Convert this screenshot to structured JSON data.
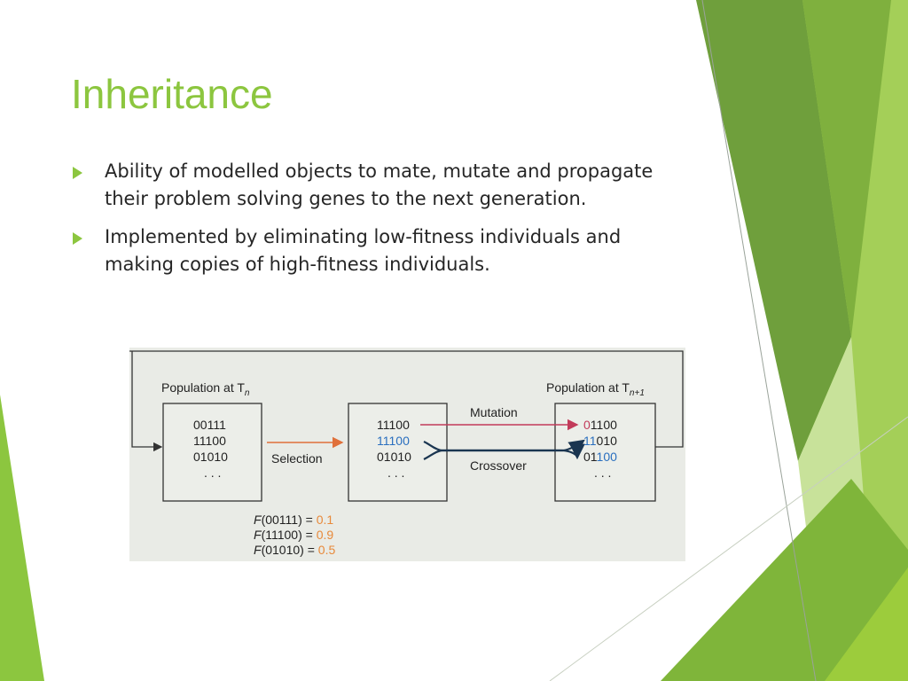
{
  "slide": {
    "title": "Inheritance",
    "bullets": [
      {
        "text": "Ability of modelled objects to mate, mutate and propagate their problem solving genes to the next generation."
      },
      {
        "text": "Implemented by eliminating low-fitness individuals and making copies of high-fitness individuals."
      }
    ],
    "accent_color": "#8cc63f",
    "bullet_icon": "triangle-right-icon"
  },
  "figure": {
    "population_tn_label": "Population at T",
    "population_tn_sub": "n",
    "population_tn1_label": "Population at T",
    "population_tn1_sub": "n+1",
    "selection_label": "Selection",
    "mutation_label": "Mutation",
    "crossover_label": "Crossover",
    "ellipsis": ". . .",
    "box1": [
      "00111",
      "11100",
      "01010"
    ],
    "box2": [
      "11100",
      "11100",
      "01010"
    ],
    "box3": [
      {
        "a": "0",
        "b": "1100"
      },
      {
        "a": "11",
        "b": "010"
      },
      {
        "a": "01",
        "b": "100"
      }
    ],
    "fitness": [
      {
        "fn": "F",
        "arg": "(00111) = ",
        "val": "0.1"
      },
      {
        "fn": "F",
        "arg": "(11100) = ",
        "val": "0.9"
      },
      {
        "fn": "F",
        "arg": "(01010) = ",
        "val": "0.5"
      }
    ],
    "colors": {
      "mutation": "#c23b5a",
      "crossover": "#1a3550",
      "selection": "#e0703a",
      "blue": "#2a6fbf",
      "orange": "#e8893a"
    }
  }
}
